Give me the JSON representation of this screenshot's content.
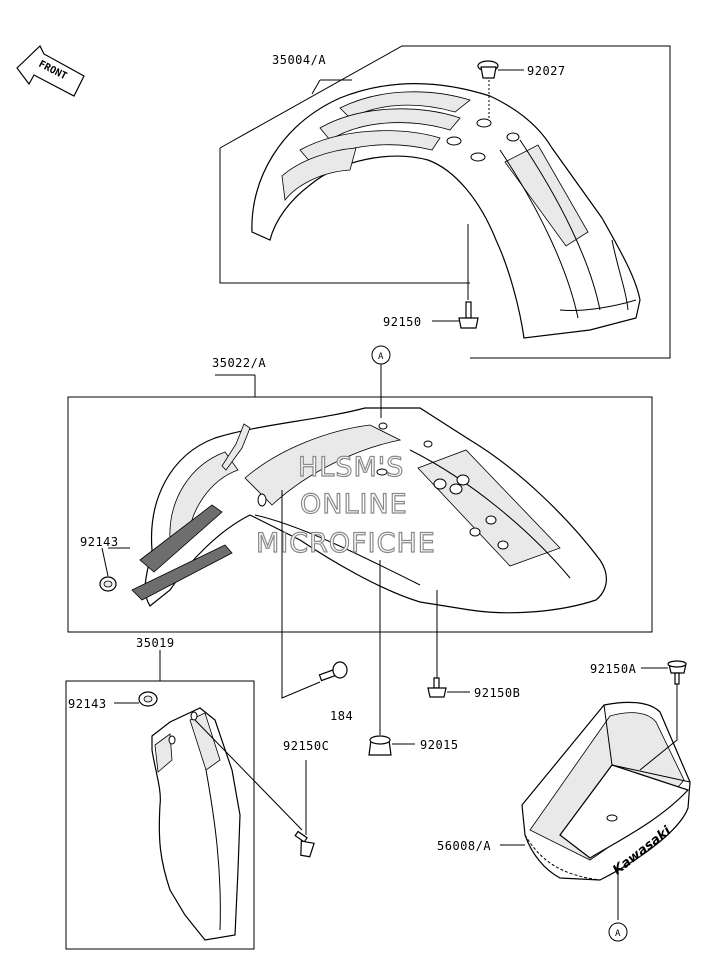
{
  "front_badge": {
    "text": "FRONT"
  },
  "watermark": {
    "line1": "HLSM'S",
    "line2": "ONLINE",
    "line3": "MICROFICHE"
  },
  "ref_marker": {
    "letter": "A"
  },
  "parts": {
    "p35004A": "35004/A",
    "p92027": "92027",
    "p92150": "92150",
    "p35022A": "35022/A",
    "p92143_a": "92143",
    "p35019": "35019",
    "p92143_b": "92143",
    "p184": "184",
    "p92150B": "92150B",
    "p92150C": "92150C",
    "p92015": "92015",
    "p92150A": "92150A",
    "p56008A": "56008/A"
  },
  "brand_decal": {
    "text": "Kawasaki"
  }
}
